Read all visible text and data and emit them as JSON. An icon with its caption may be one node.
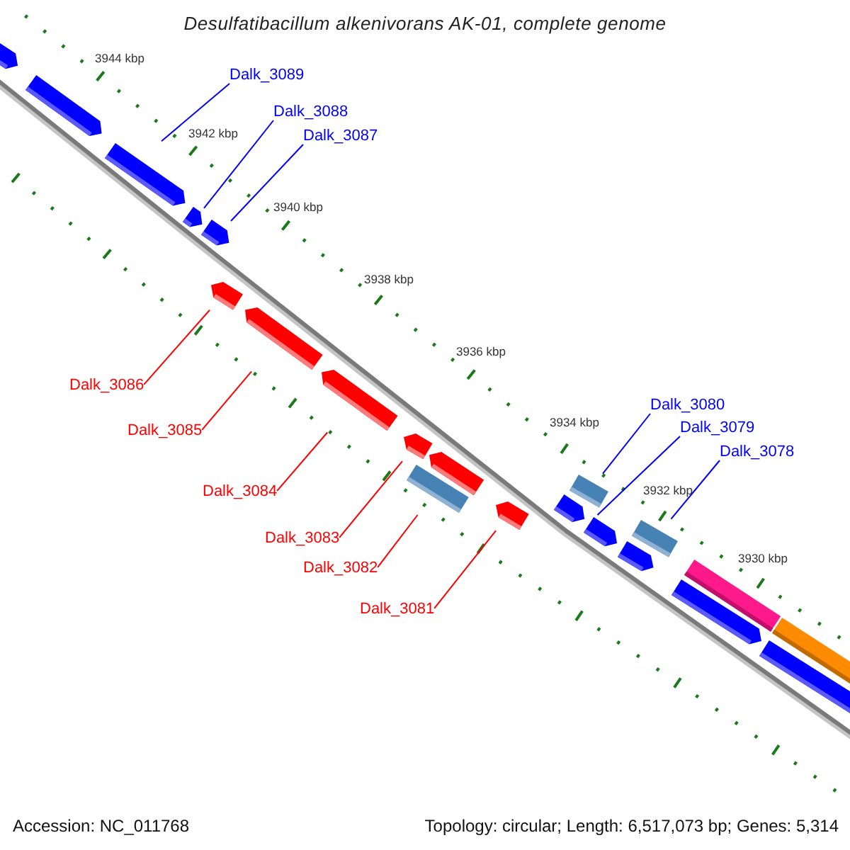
{
  "diagram": {
    "title": "Desulfatibacillum alkenivorans AK-01, complete genome",
    "nodes": [
      {
        "text": [],
        "shape": "pentagon"
      },
      {
        "text": [],
        "shape": "pentagon"
      },
      {
        "text": [],
        "shape": "pentagon"
      },
      {
        "text": [],
        "shape": "pentagon"
      },
      {
        "text": [],
        "shape": "pentagon"
      },
      {
        "text": [],
        "shape": "pentagon"
      },
      {
        "text": [],
        "shape": "pentagon"
      },
      {
        "text": [],
        "shape": "pentagon"
      },
      {
        "text": [],
        "shape": "pentagon"
      },
      {
        "text": [],
        "shape": "pentagon"
      },
      {
        "text": [],
        "shape": "bar"
      },
      {
        "text": [],
        "shape": "pentagon"
      },
      {
        "text": [],
        "shape": "bar"
      },
      {
        "text": [],
        "shape": "pentagon"
      },
      {
        "text": [],
        "shape": "pentagon"
      },
      {
        "text": [],
        "shape": "bar"
      },
      {
        "text": [],
        "shape": "pentagon"
      },
      {
        "text": [],
        "shape": "bar"
      },
      {
        "text": [],
        "shape": "pentagon"
      },
      {
        "text": [],
        "shape": "bar"
      },
      {
        "text": [],
        "shape": "pentagon"
      },
      {
        "text": [
          "Dalk_3089"
        ]
      },
      {
        "text": [
          "Dalk_3088"
        ]
      },
      {
        "text": [
          "Dalk_3087"
        ]
      },
      {
        "text": [
          "Dalk_3086"
        ]
      },
      {
        "text": [
          "Dalk_3085"
        ]
      },
      {
        "text": [
          "Dalk_3084"
        ]
      },
      {
        "text": [
          "Dalk_3083"
        ]
      },
      {
        "text": [
          "Dalk_3082"
        ]
      },
      {
        "text": [
          "Dalk_3081"
        ]
      },
      {
        "text": [
          "Dalk_3080"
        ]
      },
      {
        "text": [
          "Dalk_3079"
        ]
      },
      {
        "text": [
          "Dalk_3078"
        ]
      }
    ],
    "edges": [
      {
        "from": 21,
        "to": 2,
        "arrow": "none"
      },
      {
        "from": 22,
        "to": 3,
        "arrow": "none"
      },
      {
        "from": 23,
        "to": 4,
        "arrow": "none"
      },
      {
        "from": 24,
        "to": 5,
        "arrow": "none",
        "color": "#ff0000"
      },
      {
        "from": 25,
        "to": 6,
        "arrow": "none",
        "color": "#ff0000"
      },
      {
        "from": 26,
        "to": 7,
        "arrow": "none",
        "color": "#ff0000"
      },
      {
        "from": 27,
        "to": 8,
        "arrow": "none",
        "color": "#ff0000"
      },
      {
        "from": 28,
        "to": 10,
        "arrow": "none",
        "color": "#ff0000"
      },
      {
        "from": 29,
        "to": 11,
        "arrow": "none",
        "color": "#ff0000"
      },
      {
        "from": 30,
        "to": 12,
        "arrow": "none"
      },
      {
        "from": 31,
        "to": 14,
        "arrow": "none"
      },
      {
        "from": 32,
        "to": 15,
        "arrow": "none"
      }
    ],
    "labels": [
      "3944 kbp",
      "3942 kbp",
      "3940 kbp",
      "3938 kbp",
      "3936 kbp",
      "3934 kbp",
      "3932 kbp",
      "3930 kbp",
      "Accession: NC_011768",
      "Topology: circular; Length: 6,517,073 bp; Genes: 5,314"
    ]
  }
}
